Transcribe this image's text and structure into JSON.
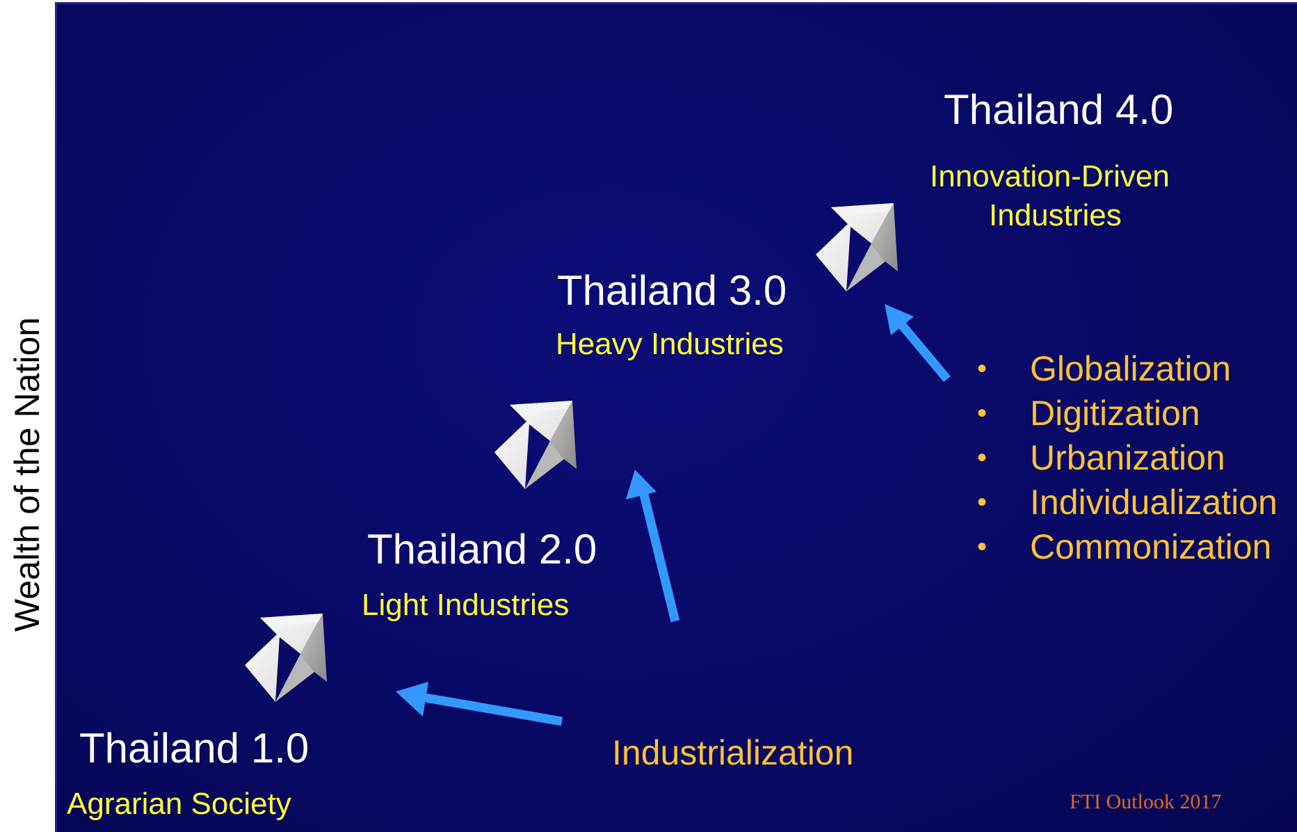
{
  "y_axis_label": "Wealth of the Nation",
  "stages": [
    {
      "title": "Thailand 1.0",
      "subtitle": "Agrarian Society"
    },
    {
      "title": "Thailand 2.0",
      "subtitle": "Light Industries"
    },
    {
      "title": "Thailand 3.0",
      "subtitle": "Heavy Industries"
    },
    {
      "title": "Thailand 4.0",
      "subtitle_line1": "Innovation-Driven",
      "subtitle_line2": "Industries"
    }
  ],
  "driver_label": "Industrialization",
  "drivers_bullets": [
    "Globalization",
    "Digitization",
    "Urbanization",
    "Individualization",
    "Commonization"
  ],
  "source": "FTI Outlook 2017",
  "colors": {
    "background": "#07085e",
    "title": "#ffffff",
    "subtitle": "#ffff33",
    "driver_text": "#ffc233",
    "blue_arrow": "#3399ff",
    "source": "#e06a1c"
  }
}
